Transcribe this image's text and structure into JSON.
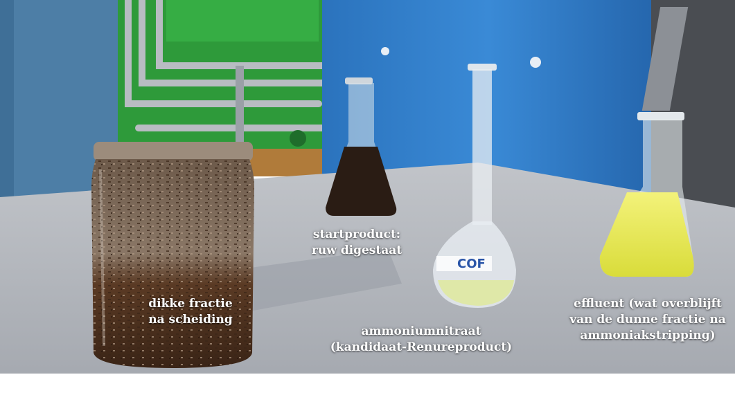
{
  "captions": {
    "thick_fraction": {
      "line1": "dikke fractie",
      "line2": "na scheiding"
    },
    "start_product": {
      "line1": "startproduct:",
      "line2": "ruw digestaat"
    },
    "ammonium_nitrate": {
      "line1": "ammoniumnitraat",
      "line2": "(kandidaat-Renureproduct)"
    },
    "effluent": {
      "line1": "effluent (wat overblijft",
      "line2": "van de dunne fractie na",
      "line3": "ammoniakstripping)"
    }
  },
  "flask_label": "COF",
  "colors": {
    "blue_wall": "#2f7fc9",
    "green_tank": "#2aa83a",
    "table_gray": "#a9adb4",
    "digestate": "#2a1c14",
    "effluent_yellow": "#e6e85a"
  }
}
